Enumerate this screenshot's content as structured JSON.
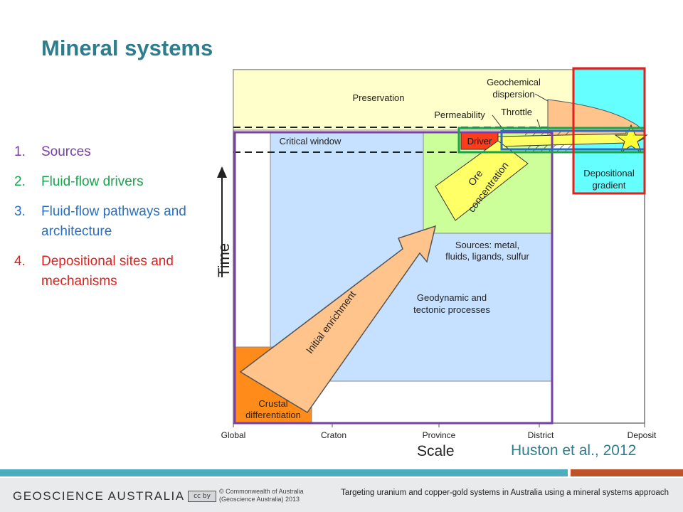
{
  "title": "Mineral systems",
  "list": [
    {
      "num": "1.",
      "text": "Sources",
      "color": "#7a3fa6"
    },
    {
      "num": "2.",
      "text": "Fluid-flow drivers",
      "color": "#18a44c"
    },
    {
      "num": "3.",
      "text": "Fluid-flow pathways and architecture",
      "color": "#2a6fc0"
    },
    {
      "num": "4.",
      "text": "Depositional sites and mechanisms",
      "color": "#e0201c"
    }
  ],
  "diagram": {
    "preservation": "Preservation",
    "geochemical": "Geochemical",
    "dispersion": "dispersion",
    "permeability": "Permeability",
    "throttle": "Throttle",
    "driver": "Driver",
    "critical_window": "Critical window",
    "ore": "Ore",
    "concentration": "concentration",
    "depositional_1": "Depositional",
    "depositional_2": "gradient",
    "sources_1": "Sources: metal,",
    "sources_2": "fluids, ligands, sulfur",
    "geodynamic_1": "Geodynamic and",
    "geodynamic_2": "tectonic processes",
    "initial_enrichment": "Initial enrichment",
    "crustal_1": "Crustal",
    "crustal_2": "differentiation",
    "time": "Time",
    "scale": "Scale",
    "x_ticks": [
      "Global",
      "Craton",
      "Province",
      "District",
      "Deposit"
    ]
  },
  "colors": {
    "yellow": "#ffffcc",
    "cyan": "#66ffff",
    "blue": "#c6e0ff",
    "green": "#ccff99",
    "orange": "#ff8c1a",
    "peach": "#ffc48c",
    "driver_red": "#ff3c1c",
    "ore_yellow": "#ffff66",
    "title_teal": "#2e7d8c"
  },
  "citation": "Huston et al., 2012",
  "footer": {
    "org": "GEOSCIENCE AUSTRALIA",
    "cc": "cc by",
    "copyright_1": "© Commonwealth of Australia",
    "copyright_2": "(Geoscience Australia) 2013",
    "subtitle": "Targeting uranium and copper-gold systems in Australia using a mineral systems approach"
  }
}
